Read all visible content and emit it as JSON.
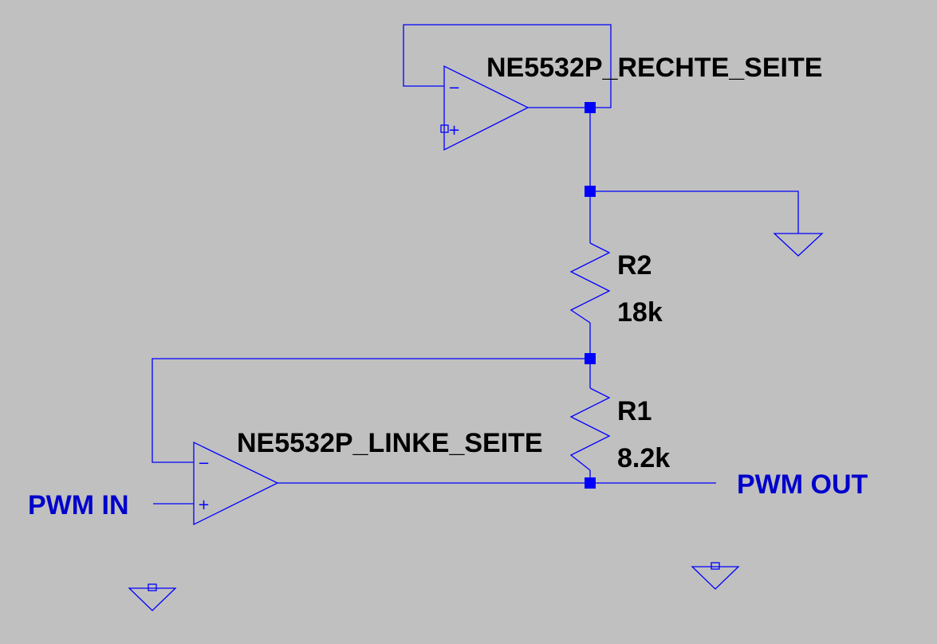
{
  "colors": {
    "background": "#c0c0c0",
    "wire": "#0000ff",
    "component_label": "#000000",
    "net_label": "#0000cc"
  },
  "components": {
    "opamp_top": {
      "name": "NE5532P_RECHTE_SEITE"
    },
    "opamp_bottom": {
      "name": "NE5532P_LINKE_SEITE"
    },
    "r2": {
      "name": "R2",
      "value": "18k"
    },
    "r1": {
      "name": "R1",
      "value": "8.2k"
    }
  },
  "pin_marks": {
    "minus": "−",
    "plus": "+"
  },
  "nets": {
    "input": "PWM IN",
    "output": "PWM OUT"
  },
  "icons": [
    "ground-icon",
    "opamp-icon",
    "resistor-icon",
    "junction-dot",
    "pin-flag-icon"
  ]
}
